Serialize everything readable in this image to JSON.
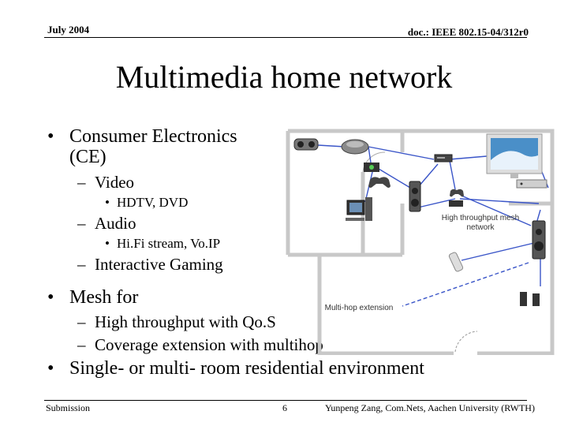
{
  "header": {
    "date": "July 2004",
    "doc_id": "doc.: IEEE 802.15-04/312r0"
  },
  "title": "Multimedia home network",
  "bullets": {
    "ce": {
      "marker": "•",
      "line1": "Consumer Electronics",
      "line2": "(CE)"
    },
    "video": {
      "marker": "–",
      "text": "Video"
    },
    "video_sub": {
      "marker": "•",
      "text": "HDTV, DVD"
    },
    "audio": {
      "marker": "–",
      "text": "Audio"
    },
    "audio_sub": {
      "marker": "•",
      "text": "Hi.Fi stream, Vo.IP"
    },
    "gaming": {
      "marker": "–",
      "text": "Interactive Gaming"
    },
    "mesh": {
      "marker": "•",
      "text": "Mesh for"
    },
    "mesh_sub1": {
      "marker": "–",
      "text": "High throughput with Qo.S"
    },
    "mesh_sub2": {
      "marker": "–",
      "text": "Coverage extension with multihop"
    },
    "residential": {
      "marker": "•",
      "text": "Single- or multi- room residential environment"
    }
  },
  "diagram": {
    "label_mesh_line1": "High throughput mesh",
    "label_mesh_line2": "network",
    "label_multihop": "Multi-hop extension"
  },
  "footer": {
    "left": "Submission",
    "page": "6",
    "author": "Yunpeng Zang, Com.Nets, Aachen University (RWTH)"
  }
}
